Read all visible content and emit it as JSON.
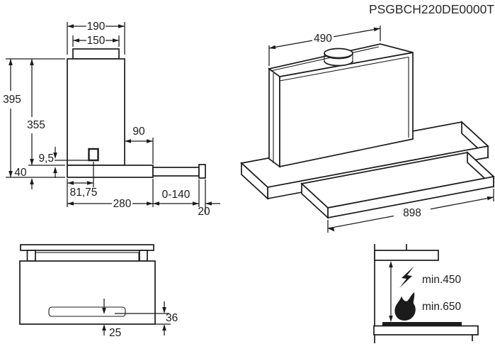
{
  "title": "PSGBCH220DE0000T",
  "colors": {
    "line": "#1b1b1b",
    "background": "#ffffff"
  },
  "side_view": {
    "dim_190": "190",
    "dim_150": "150",
    "dim_395": "395",
    "dim_355": "355",
    "dim_9_5": "9,5",
    "dim_40": "40",
    "dim_90": "90",
    "dim_81_75": "81,75",
    "dim_280": "280",
    "dim_0_140": "0-140",
    "dim_20": "20"
  },
  "perspective_view": {
    "dim_490": "490",
    "dim_898": "898"
  },
  "bottom_view": {
    "dim_36": "36",
    "dim_25": "25"
  },
  "clearance_view": {
    "electric_clearance": "min.450",
    "flame_clearance": "min.650",
    "icons": [
      "lightning-icon",
      "flame-icon"
    ]
  }
}
